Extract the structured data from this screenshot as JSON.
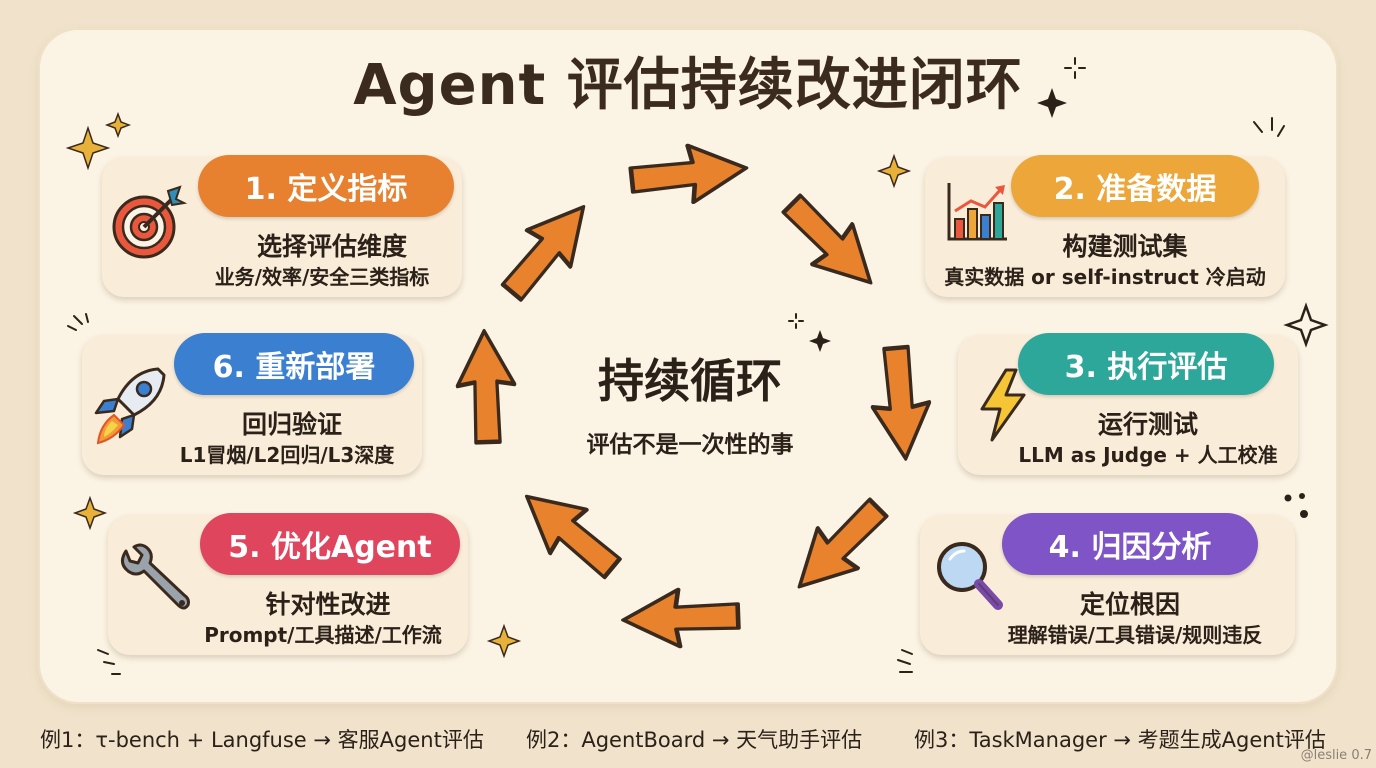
{
  "title": "Agent 评估持续改进闭环",
  "center": {
    "title": "持续循环",
    "subtitle": "评估不是一次性的事"
  },
  "steps": [
    {
      "label": "1. 定义指标",
      "subtitle": "选择评估维度",
      "desc": "业务/效率/安全三类指标",
      "color": "#e8812f",
      "icon": "target-icon"
    },
    {
      "label": "2. 准备数据",
      "subtitle": "构建测试集",
      "desc": "真实数据 or self-instruct 冷启动",
      "color": "#eda63a",
      "icon": "bar-chart-icon"
    },
    {
      "label": "3. 执行评估",
      "subtitle": "运行测试",
      "desc": "LLM as Judge + 人工校准",
      "color": "#2ea79b",
      "icon": "lightning-icon"
    },
    {
      "label": "4. 归因分析",
      "subtitle": "定位根因",
      "desc": "理解错误/工具错误/规则违反",
      "color": "#7e54c6",
      "icon": "magnifier-icon"
    },
    {
      "label": "5. 优化Agent",
      "subtitle": "针对性改进",
      "desc": "Prompt/工具描述/工作流",
      "color": "#e0455e",
      "icon": "wrench-icon"
    },
    {
      "label": "6. 重新部署",
      "subtitle": "回归验证",
      "desc": "L1冒烟/L2回归/L3深度",
      "color": "#3b7fd0",
      "icon": "rocket-icon"
    }
  ],
  "examples": [
    "例1：τ-bench + Langfuse → 客服Agent评估",
    "例2：AgentBoard → 天气助手评估",
    "例3：TaskManager → 考题生成Agent评估"
  ],
  "credit": "@leslie 0.7",
  "arrow_color": "#e8822d"
}
